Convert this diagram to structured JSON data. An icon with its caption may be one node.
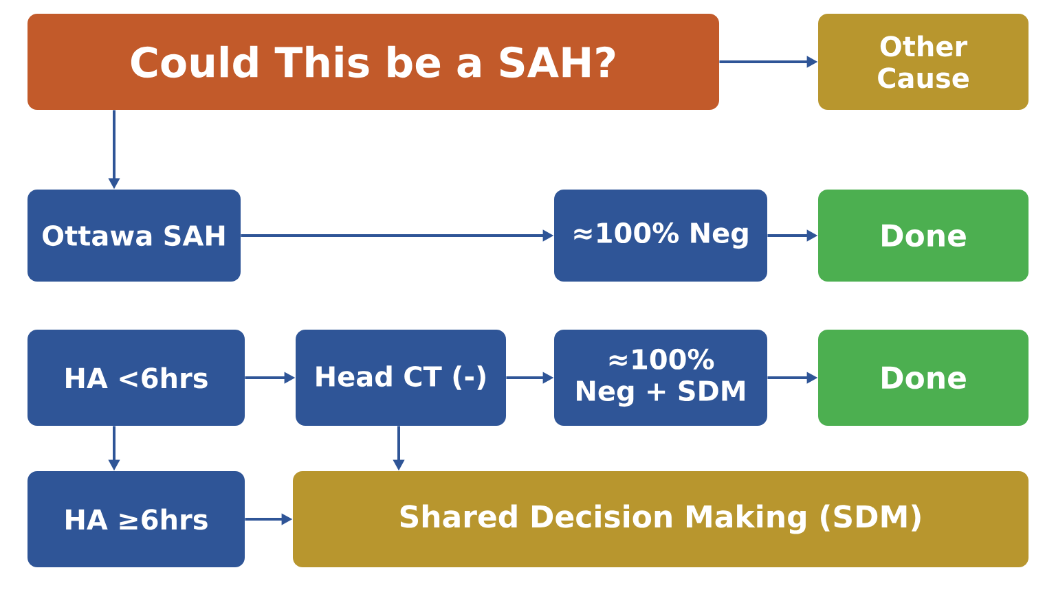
{
  "diagram": {
    "nodes": [
      {
        "text": [
          "Could This be a SAH?"
        ]
      },
      {
        "text": [
          "Other Cause"
        ]
      },
      {
        "text": [
          "Ottawa SAH"
        ]
      },
      {
        "text": [
          "≈100% Neg"
        ]
      },
      {
        "text": [
          "Done"
        ]
      },
      {
        "text": [
          "HA <6hrs"
        ]
      },
      {
        "text": [
          "Head CT (-)"
        ]
      },
      {
        "text": [
          "≈100% Neg + SDM"
        ]
      },
      {
        "text": [
          "Done"
        ]
      },
      {
        "text": [
          "HA ≥6hrs"
        ]
      },
      {
        "text": [
          "Shared Decision Making (SDM)"
        ]
      }
    ],
    "edges": [
      {
        "from": 0,
        "to": 1,
        "arrow": "to"
      },
      {
        "from": 0,
        "to": 2,
        "arrow": "to"
      },
      {
        "from": 2,
        "to": 3,
        "arrow": "to"
      },
      {
        "from": 3,
        "to": 4,
        "arrow": "to"
      },
      {
        "from": 5,
        "to": 6,
        "arrow": "to"
      },
      {
        "from": 6,
        "to": 7,
        "arrow": "to"
      },
      {
        "from": 7,
        "to": 8,
        "arrow": "to"
      },
      {
        "from": 5,
        "to": 9,
        "arrow": "to"
      },
      {
        "from": 6,
        "to": 10,
        "arrow": "to"
      },
      {
        "from": 9,
        "to": 10,
        "arrow": "to"
      }
    ]
  }
}
